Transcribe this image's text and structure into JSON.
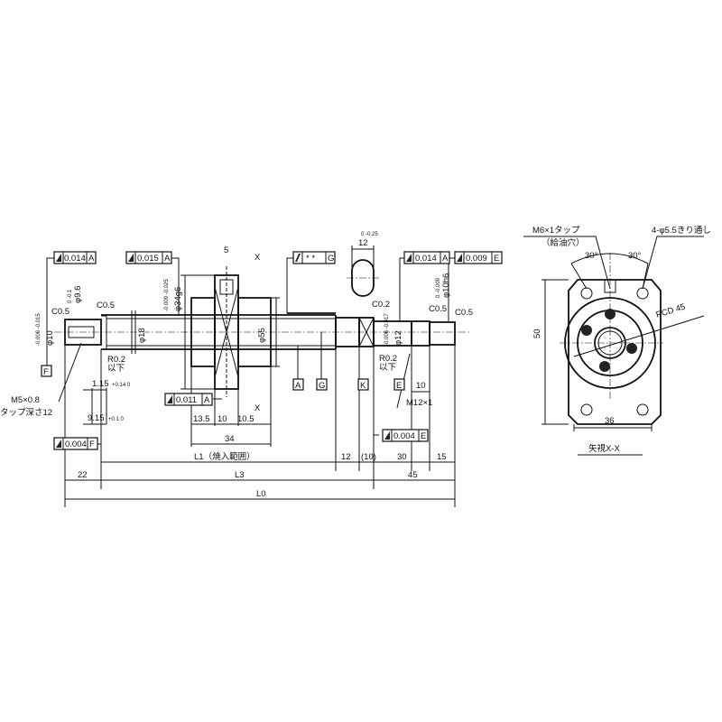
{
  "tolerance_frames": {
    "left_end_runout": {
      "value": "0.014",
      "datum": "A"
    },
    "shaft_runout": {
      "value": "0.015",
      "datum": "A"
    },
    "nut_runout": {
      "value": "0.011",
      "datum": "A"
    },
    "left_face_runout": {
      "value": "0.004",
      "datum": "F"
    },
    "parallelism": {
      "value": "* *",
      "datum": "G"
    },
    "right_end_runout": {
      "value": "0.014",
      "datum": "A"
    },
    "right_end_runout2": {
      "value": "0.009",
      "datum": "E"
    },
    "right_face_runout": {
      "value": "0.004",
      "datum": "E"
    }
  },
  "datums": {
    "f": "F",
    "a": "A",
    "g": "G",
    "k": "K",
    "e": "E"
  },
  "labels": {
    "c05_left1": "C0.5",
    "c05_left2": "C0.5",
    "phi10": "φ10",
    "phi10_tol": "-0.006 -0.015",
    "phi9_6": "φ9.6",
    "phi9_6_tol": "0 -0.1",
    "phi18": "φ18",
    "phi34": "φ34g6",
    "phi34_tol": "-0.009 -0.025",
    "phi55": "φ55",
    "r02_left": "R0.2",
    "r02_left_sub": "以下",
    "dim_1_15": "1.15",
    "dim_1_15_tol": "+0.14 0",
    "dim_9_15": "9.15",
    "dim_9_15_tol": "+0.1 0",
    "m5": "M5×0.8",
    "tap_depth": "タップ深さ12",
    "dim_5": "5",
    "x_top": "X",
    "x_bottom": "X",
    "dim_13_5": "13.5",
    "dim_10a": "10",
    "dim_10_5": "10.5",
    "dim_34": "34",
    "dim_12_top": "12",
    "dim_12_top_tol": "0 -0.25",
    "c02": "C0.2",
    "r02_right": "R0.2",
    "r02_right_sub": "以下",
    "phi12": "φ12",
    "phi12_tol": "-0.006 -0.017",
    "phi10h6": "φ10h6",
    "phi10h6_tol": "0 -0.009",
    "c05_right1": "C0.5",
    "c05_right2": "C0.5",
    "dim_10b": "10",
    "m12": "M12×1",
    "l1": "L1（焼入範囲）",
    "dim_12": "12",
    "dim_10_paren": "(10)",
    "dim_30": "30",
    "dim_15": "15",
    "dim_22": "22",
    "l3": "L3",
    "dim_45": "45",
    "l0": "L0"
  },
  "end_view": {
    "m6_tap": "M6×1タップ",
    "oil_hole": "（給油穴）",
    "holes": "4-φ5.5きり通し",
    "angle_left": "30°",
    "angle_right": "30°",
    "pcd": "PCD 45",
    "height": "50",
    "width": "36",
    "caption": "矢視X-X"
  }
}
